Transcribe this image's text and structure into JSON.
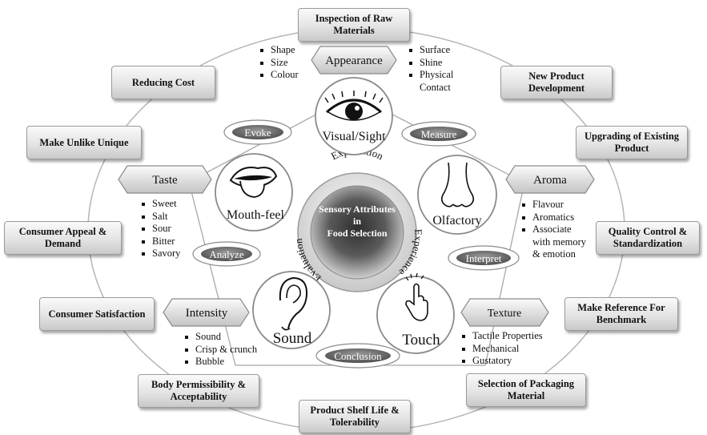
{
  "center": {
    "title_lines": [
      "Sensory Attributes",
      "in",
      "Food Selection"
    ],
    "ring_words": [
      "Expectation",
      "Experience",
      "Evaluation"
    ]
  },
  "senses": {
    "visual": "Visual/Sight",
    "olfactory": "Olfactory",
    "touch": "Touch",
    "sound": "Sound",
    "mouthfeel": "Mouth-feel"
  },
  "verbs": {
    "evoke": "Evoke",
    "measure": "Measure",
    "interpret": "Interpret",
    "conclusion": "Conclusion",
    "analyze": "Analyze"
  },
  "attributes": {
    "appearance": {
      "label": "Appearance",
      "left_items": [
        "Shape",
        "Size",
        "Colour"
      ],
      "right_items": [
        "Surface",
        "Shine",
        "Physical",
        "Contact"
      ]
    },
    "aroma": {
      "label": "Aroma",
      "items": [
        "Flavour",
        "Aromatics",
        "Associate",
        "with memory",
        "& emotion"
      ]
    },
    "texture": {
      "label": "Texture",
      "items": [
        "Tactile Properties",
        "Mechanical",
        "Gustatory"
      ]
    },
    "intensity": {
      "label": "Intensity",
      "items": [
        "Sound",
        "Crisp & crunch",
        "Bubble"
      ]
    },
    "taste": {
      "label": "Taste",
      "items": [
        "Sweet",
        "Salt",
        "Sour",
        "Bitter",
        "Savory"
      ]
    }
  },
  "applications": {
    "inspection": "Inspection of Raw Materials",
    "new_product": "New Product Development",
    "upgrading": "Upgrading of Existing Product",
    "quality": "Quality Control & Standardization",
    "reference": "Make Reference For Benchmark",
    "packaging": "Selection of Packaging Material",
    "shelf_life": "Product Shelf Life & Tolerability",
    "body_permissibility": "Body Permissibility & Acceptability",
    "satisfaction": "Consumer Satisfaction",
    "appeal": "Consumer Appeal & Demand",
    "unlike": "Make Unlike Unique",
    "cost": "Reducing Cost"
  },
  "colors": {
    "center_light": "#dcdcdc",
    "center_dark": "#3a3a3a",
    "verb_fill": "#6e6e6e",
    "ring": "#aaaaaa",
    "box_top": "#fafafa",
    "box_bottom": "#c9c9c9"
  },
  "icons": [
    "eye-icon",
    "nose-icon",
    "pointing-hand-icon",
    "ear-icon",
    "mouth-tongue-icon"
  ]
}
